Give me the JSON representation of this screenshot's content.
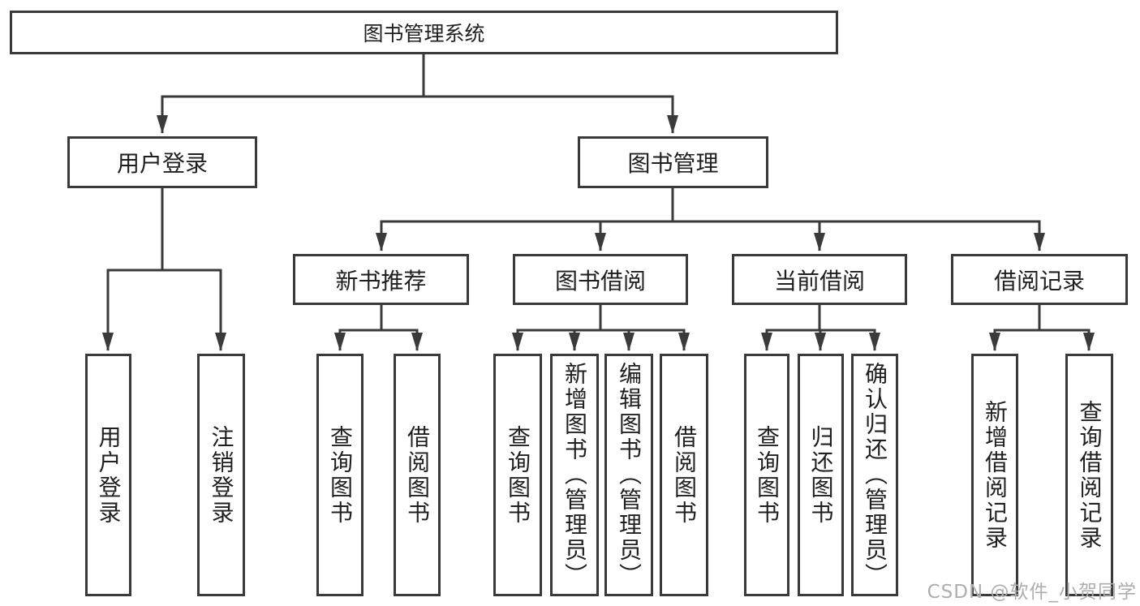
{
  "tree": {
    "root": {
      "label": "图书管理系统"
    },
    "children": [
      {
        "label": "用户登录",
        "children": [
          {
            "label": "用户登录"
          },
          {
            "label": "注销登录"
          }
        ]
      },
      {
        "label": "图书管理",
        "children": [
          {
            "label": "新书推荐",
            "children": [
              {
                "label": "查询图书"
              },
              {
                "label": "借阅图书"
              }
            ]
          },
          {
            "label": "图书借阅",
            "children": [
              {
                "label": "查询图书"
              },
              {
                "label": "新增图书（管理员）"
              },
              {
                "label": "编辑图书（管理员）"
              },
              {
                "label": "借阅图书"
              }
            ]
          },
          {
            "label": "当前借阅",
            "children": [
              {
                "label": "查询图书"
              },
              {
                "label": "归还图书"
              },
              {
                "label": "确认归还（管理员）"
              }
            ]
          },
          {
            "label": "借阅记录",
            "children": [
              {
                "label": "新增借阅记录"
              },
              {
                "label": "查询借阅记录"
              }
            ]
          }
        ]
      }
    ]
  },
  "watermark": "CSDN @软件_小贺同学",
  "colors": {
    "line": "#3a3a3a",
    "text": "#1f1f1f",
    "background": "#ffffff",
    "watermark": "#aeaeae"
  }
}
